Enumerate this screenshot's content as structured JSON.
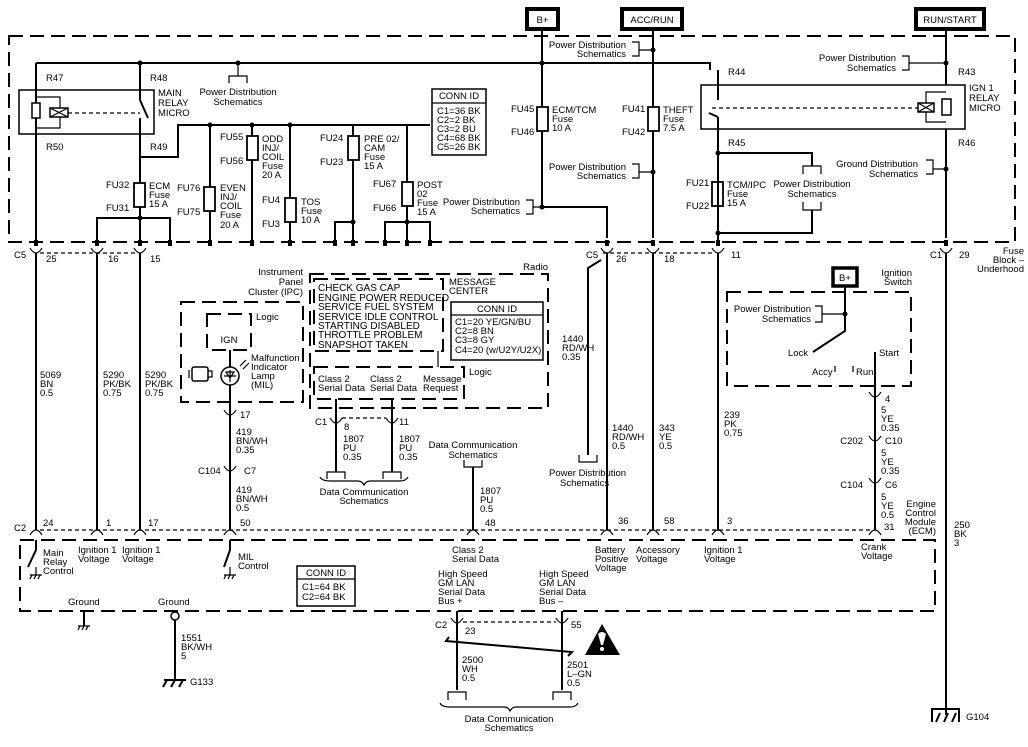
{
  "power_sources": {
    "b_plus": "B+",
    "acc_run": "ACC/RUN",
    "run_start": "RUN/START",
    "ignition_b_plus": "B+"
  },
  "fuse_block": {
    "label": [
      "Fuse",
      "Block –",
      "Underhood"
    ],
    "conn_id_title": "CONN ID",
    "conn_ids": [
      "C1=36 BK",
      "C2=2 BK",
      "C3=2 BU",
      "C4=68 BK",
      "C5=26 BK"
    ],
    "main_relay": [
      "MAIN",
      "RELAY",
      "MICRO"
    ],
    "ign1_relay": [
      "IGN 1",
      "RELAY",
      "MICRO"
    ],
    "relay_pins": {
      "r47": "R47",
      "r48": "R48",
      "r50": "R50",
      "r49": "R49",
      "r44": "R44",
      "r43": "R43",
      "r45": "R45",
      "r46": "R46"
    },
    "power_dist": [
      "Power Distribution",
      "Schematics"
    ],
    "ground_dist": [
      "Ground Distribution",
      "Schematics"
    ],
    "fuses": [
      {
        "top": "FU32",
        "bottom": "FU31",
        "label": [
          "ECM",
          "Fuse",
          "15 A"
        ]
      },
      {
        "top": "FU76",
        "bottom": "FU75",
        "label": [
          "EVEN",
          "INJ/",
          "COIL",
          "Fuse",
          "20 A"
        ]
      },
      {
        "top": "FU55",
        "bottom": "FU56",
        "label": [
          "ODD",
          "INJ/",
          "COIL",
          "Fuse",
          "20 A"
        ]
      },
      {
        "top": "FU4",
        "bottom": "FU3",
        "label": [
          "TOS",
          "Fuse",
          "10 A"
        ]
      },
      {
        "top": "FU24",
        "bottom": "FU23",
        "label": [
          "PRE 02/",
          "CAM",
          "Fuse",
          "15 A"
        ]
      },
      {
        "top": "FU67",
        "bottom": "FU66",
        "label": [
          "POST",
          "02",
          "Fuse",
          "15 A"
        ]
      },
      {
        "top": "FU45",
        "bottom": "FU46",
        "label": [
          "ECM/TCM",
          "Fuse",
          "10 A"
        ]
      },
      {
        "top": "FU41",
        "bottom": "FU42",
        "label": [
          "THEFT",
          "Fuse",
          "7.5 A"
        ]
      },
      {
        "top": "FU21",
        "bottom": "FU22",
        "label": [
          "TCM/IPC",
          "Fuse",
          "15 A"
        ]
      }
    ]
  },
  "connectors": {
    "c5": "C5",
    "c5_25": "25",
    "c5_16": "16",
    "c5_15": "15",
    "c5b": "C5",
    "c5_26": "26",
    "c5_18": "18",
    "c5_11": "11",
    "c1": "C1",
    "c1_29": "29",
    "ipc_17": "17",
    "c104": "C104",
    "c7": "C7",
    "radio_c1": "C1",
    "radio_8": "8",
    "radio_11": "11",
    "ecm_c2": "C2",
    "ecm_24": "24",
    "ecm_1": "1",
    "ecm_17": "17",
    "ecm_50": "50",
    "ecm_48": "48",
    "ecm_36": "36",
    "ecm_58": "58",
    "ecm_3": "3",
    "ecm_31": "31",
    "sw_4": "4",
    "c202": "C202",
    "c10": "C10",
    "c104b": "C104",
    "c6": "C6",
    "lan_c2": "C2",
    "lan_23": "23",
    "lan_55": "55"
  },
  "wires": {
    "w5069": [
      "5069",
      "BN",
      "0.5"
    ],
    "w5290a": [
      "5290",
      "PK/BK",
      "0.75"
    ],
    "w5290b": [
      "5290",
      "PK/BK",
      "0.75"
    ],
    "w419a": [
      "419",
      "BN/WH",
      "0.35"
    ],
    "w419b": [
      "419",
      "BN/WH",
      "0.5"
    ],
    "w1807a": [
      "1807",
      "PU",
      "0.35"
    ],
    "w1807b": [
      "1807",
      "PU",
      "0.35"
    ],
    "w1807c": [
      "1807",
      "PU",
      "0.5"
    ],
    "w1440a": [
      "1440",
      "RD/WH",
      "0.35"
    ],
    "w1440b": [
      "1440",
      "RD/WH",
      "0.5"
    ],
    "w343": [
      "343",
      "YE",
      "0.5"
    ],
    "w239": [
      "239",
      "PK",
      "0.75"
    ],
    "w5a": [
      "5",
      "YE",
      "0.35"
    ],
    "w5b": [
      "5",
      "YE",
      "0.35"
    ],
    "w5c": [
      "5",
      "YE",
      "0.5"
    ],
    "w250": [
      "250",
      "BK",
      "3"
    ],
    "w1551": [
      "1551",
      "BK/WH",
      "5"
    ],
    "w2500": [
      "2500",
      "WH",
      "0.5"
    ],
    "w2501": [
      "2501",
      "L–GN",
      "0.5"
    ]
  },
  "ipc": {
    "title": [
      "Instrument",
      "Panel",
      "Cluster (IPC)"
    ],
    "logic": "Logic",
    "ign": "IGN",
    "mil": [
      "Malfunction",
      "Indicator",
      "Lamp",
      "(MIL)"
    ]
  },
  "radio": {
    "title": "Radio",
    "messages": [
      "CHECK GAS CAP",
      "ENGINE POWER REDUCED",
      "SERVICE FUEL SYSTEM",
      "SERVICE IDLE CONTROL",
      "STARTING DISABLED",
      "THROTTLE PROBLEM",
      "SNAPSHOT TAKEN"
    ],
    "message_center": [
      "MESSAGE",
      "CENTER"
    ],
    "conn_id_title": "CONN ID",
    "conn_ids": [
      "C1=20 YE/GN/BU",
      "C2=8 BN",
      "C3=8 GY",
      "C4=20 (w/U2Y/U2X)"
    ],
    "logic": "Logic",
    "class2_a": [
      "Class 2",
      "Serial Data"
    ],
    "class2_b": [
      "Class 2",
      "Serial Data"
    ],
    "msg_request": [
      "Message",
      "Request"
    ]
  },
  "data_comm": [
    "Data Communication",
    "Schematics"
  ],
  "ignition_switch": {
    "title": [
      "Ignition",
      "Switch"
    ],
    "lock": "Lock",
    "accy": "Accy",
    "run": "Run",
    "start": "Start"
  },
  "ecm": {
    "title": [
      "Engine",
      "Control",
      "Module",
      "(ECM)"
    ],
    "conn_id_title": "CONN ID",
    "conn_ids": [
      "C1=64 BK",
      "C2=64 BK"
    ],
    "main_relay_control": [
      "Main",
      "Relay",
      "Control"
    ],
    "ign1_a": [
      "Ignition 1",
      "Voltage"
    ],
    "ign1_b": [
      "Ignition 1",
      "Voltage"
    ],
    "mil_control": [
      "MIL",
      "Control"
    ],
    "class2": [
      "Class 2",
      "Serial Data"
    ],
    "battery": [
      "Battery",
      "Positive",
      "Voltage"
    ],
    "accessory": [
      "Accessory",
      "Voltage"
    ],
    "ign1_c": [
      "Ignition 1",
      "Voltage"
    ],
    "crank": [
      "Crank",
      "Voltage"
    ],
    "lan_plus": [
      "High Speed",
      "GM LAN",
      "Serial Data",
      "Bus +"
    ],
    "lan_minus": [
      "High Speed",
      "GM LAN",
      "Serial Data",
      "Bus –"
    ],
    "ground_a": "Ground",
    "ground_b": "Ground"
  },
  "grounds": {
    "g133": "G133",
    "g104": "G104"
  }
}
